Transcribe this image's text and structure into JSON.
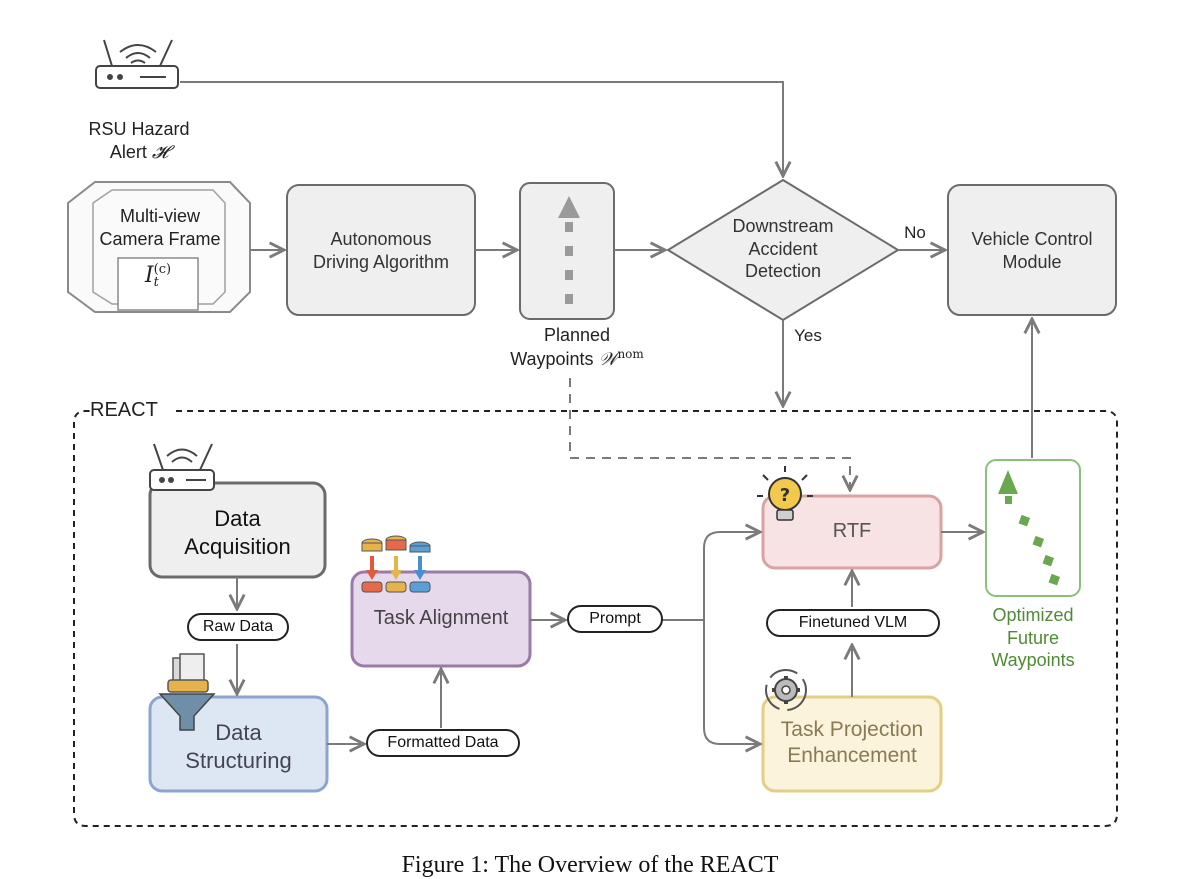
{
  "rsu": {
    "line1": "RSU Hazard",
    "line2": "Alert",
    "symbol": "𝓗"
  },
  "camera": {
    "line1": "Multi-view",
    "line2": "Camera Frame",
    "symbol": "I",
    "sup": "(c)",
    "sub": "t"
  },
  "autonomous": {
    "line1": "Autonomous",
    "line2": "Driving Algorithm"
  },
  "planned": {
    "line1": "Planned",
    "line2": "Waypoints",
    "symbol": "𝒲",
    "sup": "nom"
  },
  "downstream": {
    "line1": "Downstream",
    "line2": "Accident",
    "line3": "Detection"
  },
  "decision": {
    "no": "No",
    "yes": "Yes"
  },
  "vehicle": {
    "line1": "Vehicle Control",
    "line2": "Module"
  },
  "react": {
    "label": "REACT"
  },
  "data_acquisition": {
    "line1": "Data",
    "line2": "Acquisition"
  },
  "raw_data": {
    "label": "Raw Data"
  },
  "data_structuring": {
    "line1": "Data",
    "line2": "Structuring"
  },
  "formatted_data": {
    "label": "Formatted Data"
  },
  "task_alignment": {
    "label": "Task Alignment"
  },
  "prompt": {
    "label": "Prompt"
  },
  "rtf": {
    "label": "RTF"
  },
  "finetuned_vlm": {
    "label": "Finetuned VLM"
  },
  "task_projection": {
    "line1": "Task Projection",
    "line2": "Enhancement"
  },
  "optimized": {
    "line1": "Optimized",
    "line2": "Future",
    "line3": "Waypoints"
  },
  "caption": {
    "text": "Figure 1: The Overview of the REACT"
  },
  "colors": {
    "gray_box": "#efefef",
    "gray_border": "#6b6b6b",
    "arrow": "#7a7a7a",
    "structuring_fill": "#dde6f3",
    "structuring_border": "#8aa6d0",
    "alignment_fill": "#e6d9ec",
    "alignment_border": "#9a7aa8",
    "rtf_fill": "#f7e3e3",
    "rtf_border": "#d9a3a3",
    "projection_fill": "#fbf3dc",
    "projection_border": "#e3cf84",
    "green": "#6aa84f",
    "green_text": "#4f8a34"
  }
}
